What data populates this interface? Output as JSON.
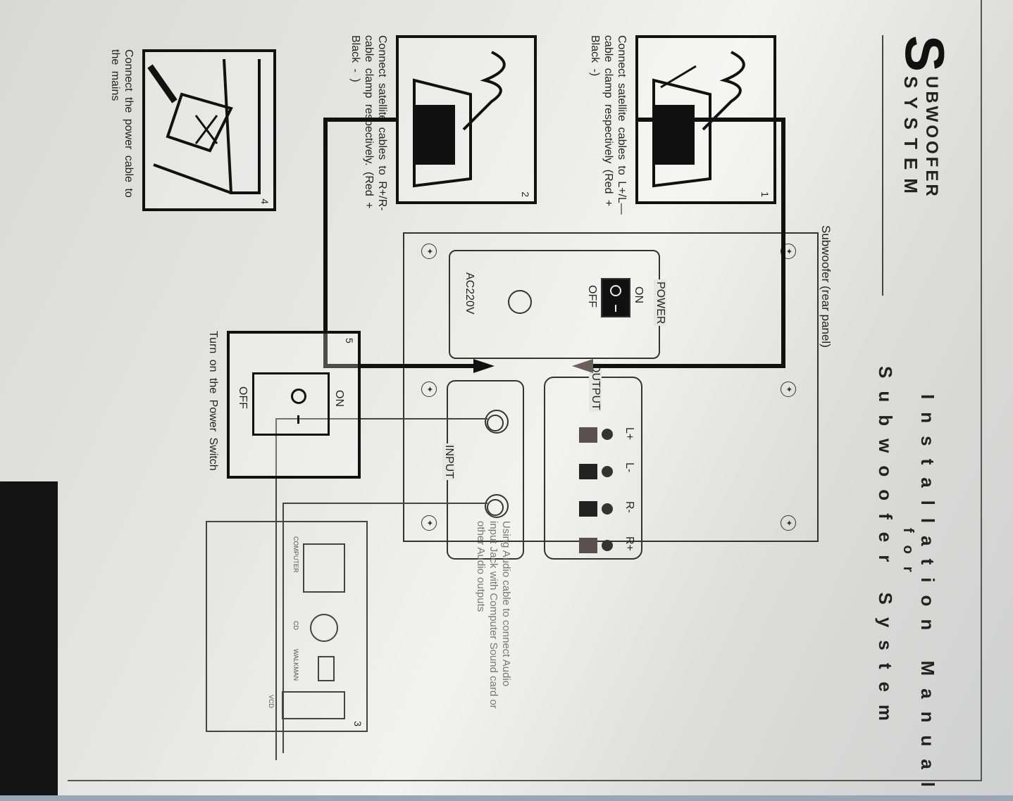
{
  "brand": {
    "initial": "S",
    "line1": "UBWOOFER",
    "line2": "SYSTEM"
  },
  "title": {
    "line1": "Installation Manual",
    "line2": "for",
    "line3": "Subwoofer System"
  },
  "steps": [
    {
      "number": "1",
      "caption": "Connect satellite cables to L+/L— cable clamp respectively (Red + Black -)"
    },
    {
      "number": "2",
      "caption": "Connect satellite cables to R+/R- cable clamp respectively. (Red + Black - )"
    },
    {
      "number": "3",
      "caption": "Using Audio cable to connect Audio input Jack with Computer Sound card or other Audio outputs",
      "devices": [
        "COMPUTER",
        "CD",
        "WALKMAN",
        "VCD"
      ]
    },
    {
      "number": "4",
      "caption": "Connect the power cable to the mains"
    },
    {
      "number": "5",
      "caption": "Turn on the Power Switch",
      "switch_on": "ON",
      "switch_off": "OFF"
    }
  ],
  "rear_panel": {
    "label": "Subwoofer (rear panel)",
    "power": {
      "label": "POWER",
      "on": "ON",
      "off": "OFF",
      "voltage": "AC220V"
    },
    "output": {
      "label": "OUTPUT",
      "terminals": [
        "L+",
        "L-",
        "R-",
        "R+"
      ]
    },
    "input": {
      "label": "INPUT"
    }
  },
  "colors": {
    "ink": "#111111",
    "paper": "#e8e8e6",
    "red_terminal": "#5a4f4d",
    "arrow_gray": "#6b5f5c"
  }
}
